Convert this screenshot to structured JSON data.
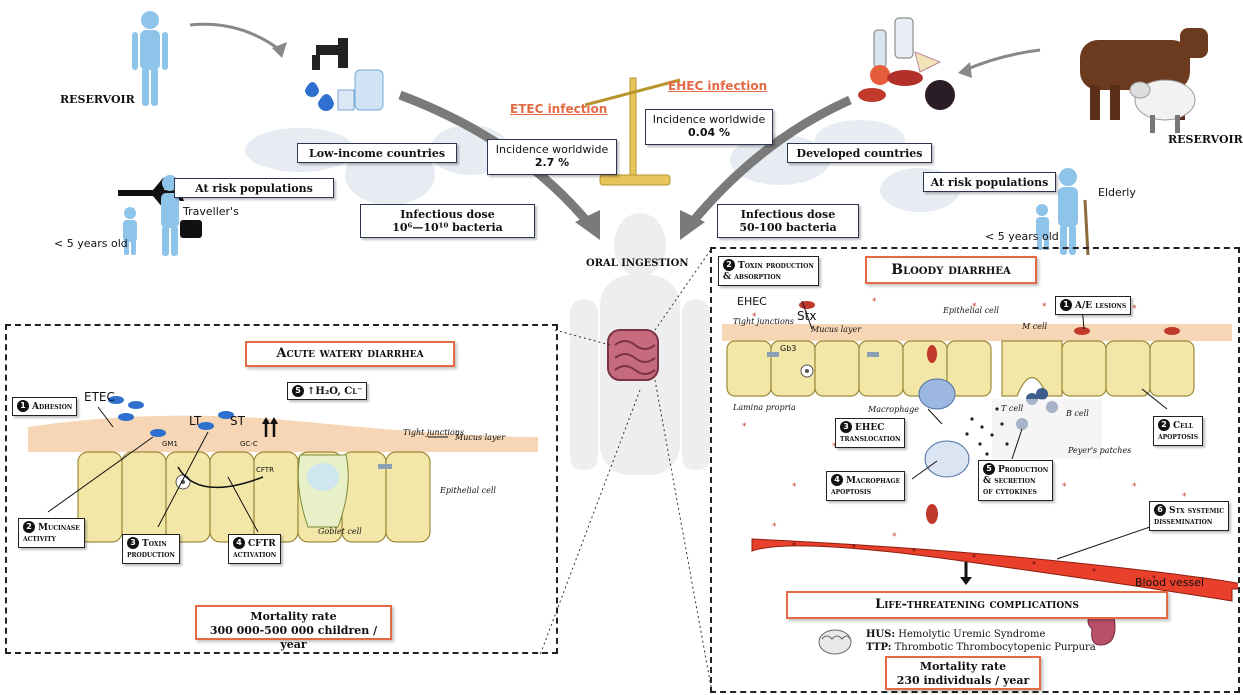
{
  "top": {
    "reservoir_left": "RESERVOIR",
    "reservoir_right": "RESERVOIR",
    "etec_infection": "ETEC infection",
    "ehec_infection": "EHEC infection",
    "incidence_etec": "Incidence worldwide",
    "incidence_etec_val": "2.7 %",
    "incidence_ehec": "Incidence worldwide",
    "incidence_ehec_val": "0.04 %",
    "low_income": "Low-income countries",
    "developed": "Developed countries",
    "at_risk_left": "At risk populations",
    "at_risk_right": "At risk populations",
    "travellers": "Traveller's",
    "elderly": "Elderly",
    "under5_left": "< 5 years old",
    "under5_right": "< 5 years old",
    "dose_left_title": "Infectious dose",
    "dose_left_val": "10⁶—10¹⁰ bacteria",
    "dose_right_title": "Infectious dose",
    "dose_right_val": "50-100 bacteria",
    "oral_ingestion": "ORAL INGESTION"
  },
  "etec_panel": {
    "title": "Acute watery diarrhea",
    "etec_label": "ETEC",
    "lt": "LT",
    "st": "ST",
    "gm1": "GM1",
    "gcc": "GC-C",
    "cftr": "CFTR",
    "tight_junctions": "Tight junctions",
    "mucus_layer": "Mucus layer",
    "epithelial_cell": "Epithelial cell",
    "goblet_cell": "Goblet cell",
    "step1": "Adhesion",
    "step2a": "Mucinase",
    "step2b": "activity",
    "step3a": "Toxin",
    "step3b": "production",
    "step4a": "CFTR",
    "step4b": "activation",
    "step5": "↑H₂O, Cl⁻",
    "n1": "1",
    "n2": "2",
    "n3": "3",
    "n4": "4",
    "n5": "5",
    "mortality_title": "Mortality rate",
    "mortality_val": "300 000-500 000 children / year"
  },
  "ehec_panel": {
    "title": "Bloody diarrhea",
    "ehec_label": "EHEC",
    "stx": "Stx",
    "gb3": "Gb3",
    "tight_junctions": "Tight junctions",
    "mucus_layer": "Mucus layer",
    "epithelial_cell": "Epithelial cell",
    "m_cell": "M cell",
    "lamina_propria": "Lamina propria",
    "macrophage": "Macrophage",
    "t_cell": "T cell",
    "b_cell": "B cell",
    "peyers": "Peyer's patches",
    "blood_vessel": "Blood vessel",
    "step1": "A/E lesions",
    "step2a": "Toxin production",
    "step2b": "& absorption",
    "step2c": "Cell",
    "step2d": "apoptosis",
    "step3a": "EHEC",
    "step3b": "translocation",
    "step4a": "Macrophage",
    "step4b": "apoptosis",
    "step5a": "Production",
    "step5b": "& secretion",
    "step5c": "of cytokines",
    "step6a": "Stx systemic",
    "step6b": "dissemination",
    "n1": "1",
    "n2": "2",
    "n3": "3",
    "n4": "4",
    "n5": "5",
    "n6": "6",
    "complications": "Life-threatening complications",
    "hus_abbr": "HUS:",
    "hus": "Hemolytic Uremic Syndrome",
    "ttp_abbr": "TTP:",
    "ttp": "Thrombotic Thrombocytopenic Purpura",
    "mortality_title": "Mortality rate",
    "mortality_val": "230  individuals / year"
  },
  "colors": {
    "accent": "#e46a45",
    "box_border": "#2b3550",
    "cell_fill": "#f3e7a8",
    "mucus": "#f4cfa8",
    "blood": "#e8402a",
    "etec_bacteria": "#2e6fd0",
    "ehec_bacteria": "#c0392b"
  }
}
